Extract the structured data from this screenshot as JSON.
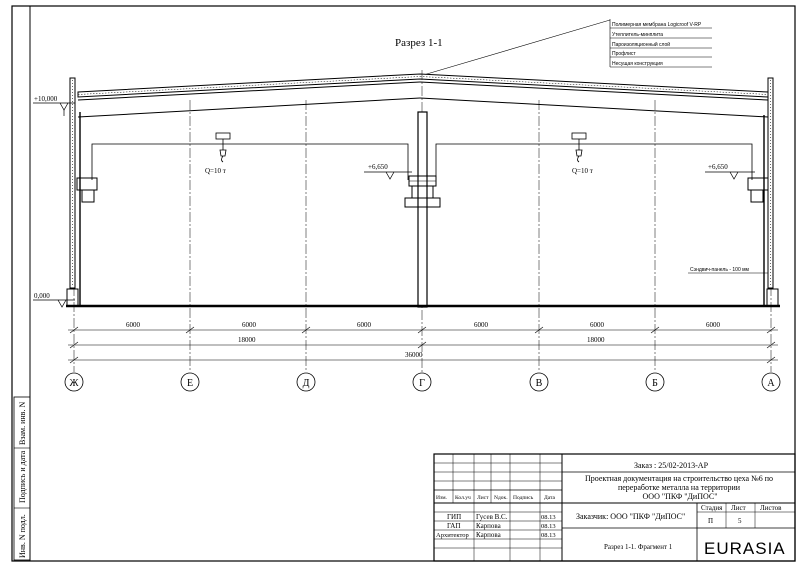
{
  "section_title": "Разрез 1-1",
  "roof_layers": [
    "Полимерная мембрана Logicroof V-RP",
    "Утеплитель-минплита",
    "Пароизоляционный слой",
    "Профлист",
    "Несущая конструкция"
  ],
  "levels": {
    "top": "+10,000",
    "ground": "0,000",
    "crane_left": "+6,650",
    "crane_right": "+6,650"
  },
  "crane": {
    "left_label": "Q=10 т",
    "right_label": "Q=10 т"
  },
  "wall_note": "Сэндвич-панель - 100 мм",
  "dimensions": {
    "bays": [
      "6000",
      "6000",
      "6000",
      "6000",
      "6000",
      "6000"
    ],
    "spans": [
      "18000",
      "18000"
    ],
    "total": "36000"
  },
  "axes": [
    "Ж",
    "Е",
    "Д",
    "Г",
    "В",
    "Б",
    "А"
  ],
  "margin_stamps": [
    "Инв. N подл.",
    "Подпись и дата",
    "Взам. инв. N"
  ],
  "title_block": {
    "order": "Заказ : 25/02-2013-АР",
    "project": "Проектная документация на строительство цеха №6 по переработке металла на  территории ООО \"ПКФ \"ДиПОС\"",
    "customer": "Заказчик: ООО \"ПКФ \"ДиПОС\"",
    "headers": [
      "Изм.",
      "Кол.уч",
      "Лист",
      "Nдок.",
      "Подпись",
      "Дата"
    ],
    "people": [
      {
        "role": "ГИП",
        "name": "Гусев В.С.",
        "date": "08.13"
      },
      {
        "role": "ГАП",
        "name": "Карпова",
        "date": "08.13"
      },
      {
        "role": "Архитектор",
        "name": "Карпова",
        "date": "08.13"
      }
    ],
    "stage_label": "Стадия",
    "sheet_label": "Лист",
    "sheets_label": "Листов",
    "stage": "П",
    "sheet": "5",
    "sheets": "",
    "sheet_name": "Разрез 1-1. Фрагмент 1",
    "logo": "EURASIA"
  }
}
